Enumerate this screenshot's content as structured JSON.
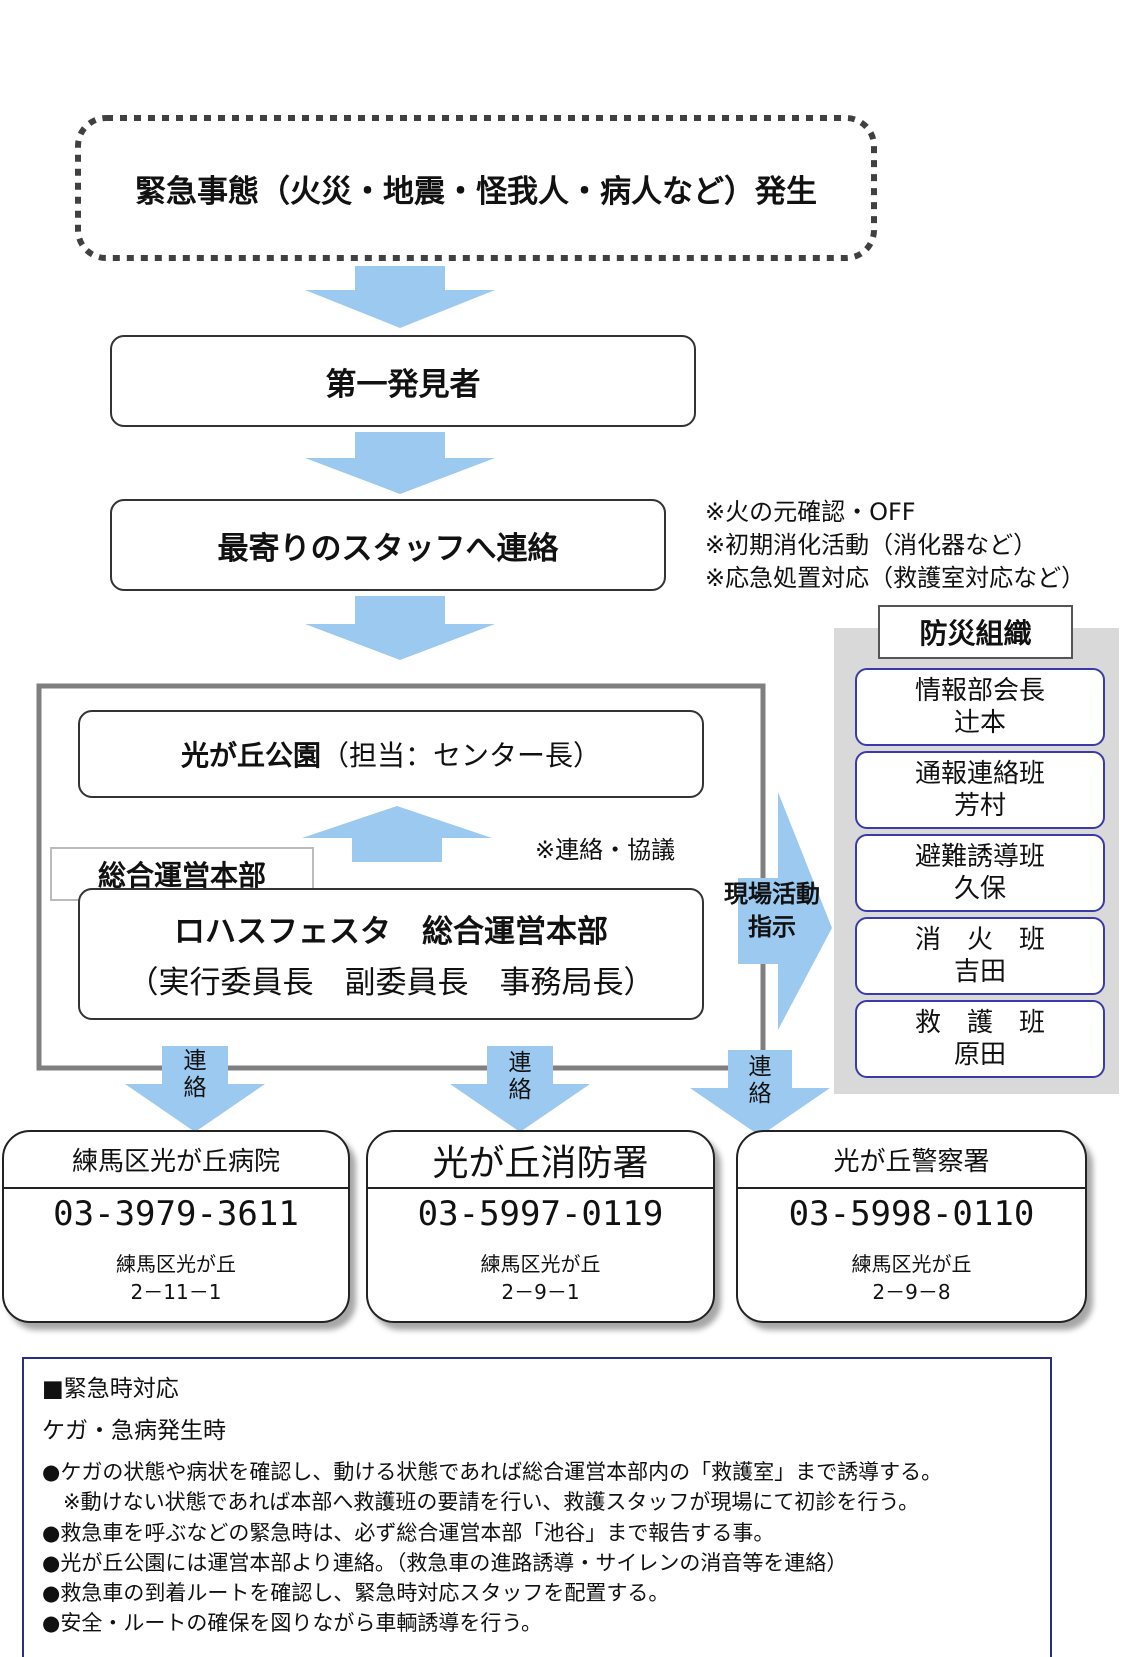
{
  "emergency_title": "緊急事態（火災・地震・怪我人・病人など）発生",
  "first_finder": "第一発見者",
  "contact_staff": "最寄りのスタッフへ連絡",
  "notes": [
    "※火の元確認・OFF",
    "※初期消化活動（消化器など）",
    "※応急処置対応（救護室対応など）"
  ],
  "park": {
    "name": "光が丘公園",
    "detail": "（担当：センター長）"
  },
  "liaison_note": "※連絡・協議",
  "hq_label": "総合運営本部",
  "hq": {
    "title": "ロハスフェスタ　総合運営本部",
    "members": "（実行委員長　副委員長　事務局長）"
  },
  "field_instruction": [
    "現場活動",
    "指示"
  ],
  "contact_arrow_label": [
    "連",
    "絡"
  ],
  "org": {
    "title": "防災組織",
    "items": [
      {
        "role": "情報部会長",
        "person": "辻本"
      },
      {
        "role": "通報連絡班",
        "person": "芳村"
      },
      {
        "role": "避難誘導班",
        "person": "久保"
      },
      {
        "role": "消　火　班",
        "person": "吉田"
      },
      {
        "role": "救　護　班",
        "person": "原田"
      }
    ]
  },
  "contacts": [
    {
      "name": "練馬区光が丘病院",
      "phone": "03-3979-3611",
      "address": [
        "練馬区光が丘",
        "2－11－1"
      ]
    },
    {
      "name": "光が丘消防署",
      "phone": "03-5997-0119",
      "address": [
        "練馬区光が丘",
        "2－9－1"
      ]
    },
    {
      "name": "光が丘警察署",
      "phone": "03-5998-0110",
      "address": [
        "練馬区光が丘",
        "2－9－8"
      ]
    }
  ],
  "guide": {
    "heading": "■緊急時対応",
    "subheading": "ケガ・急病発生時",
    "lines": [
      "●ケガの状態や病状を確認し、動ける状態であれば総合運営本部内の「救護室」まで誘導する。",
      "　※動けない状態であれば本部へ救護班の要請を行い、救護スタッフが現場にて初診を行う。",
      "●救急車を呼ぶなどの緊急時は、必ず総合運営本部「池谷」まで報告する事。",
      "●光が丘公園には運営本部より連絡。（救急車の進路誘導・サイレンの消音等を連絡）",
      "●救急車の到着ルートを確認し、緊急時対応スタッフを配置する。",
      "●安全・ルートの確保を図りながら車輌誘導を行う。"
    ]
  },
  "colors": {
    "arrow": "#9cc9f0",
    "org_panel": "#d9d9d9",
    "org_border": "#3a3aa8",
    "hq_frame": "#7f7f7f"
  }
}
